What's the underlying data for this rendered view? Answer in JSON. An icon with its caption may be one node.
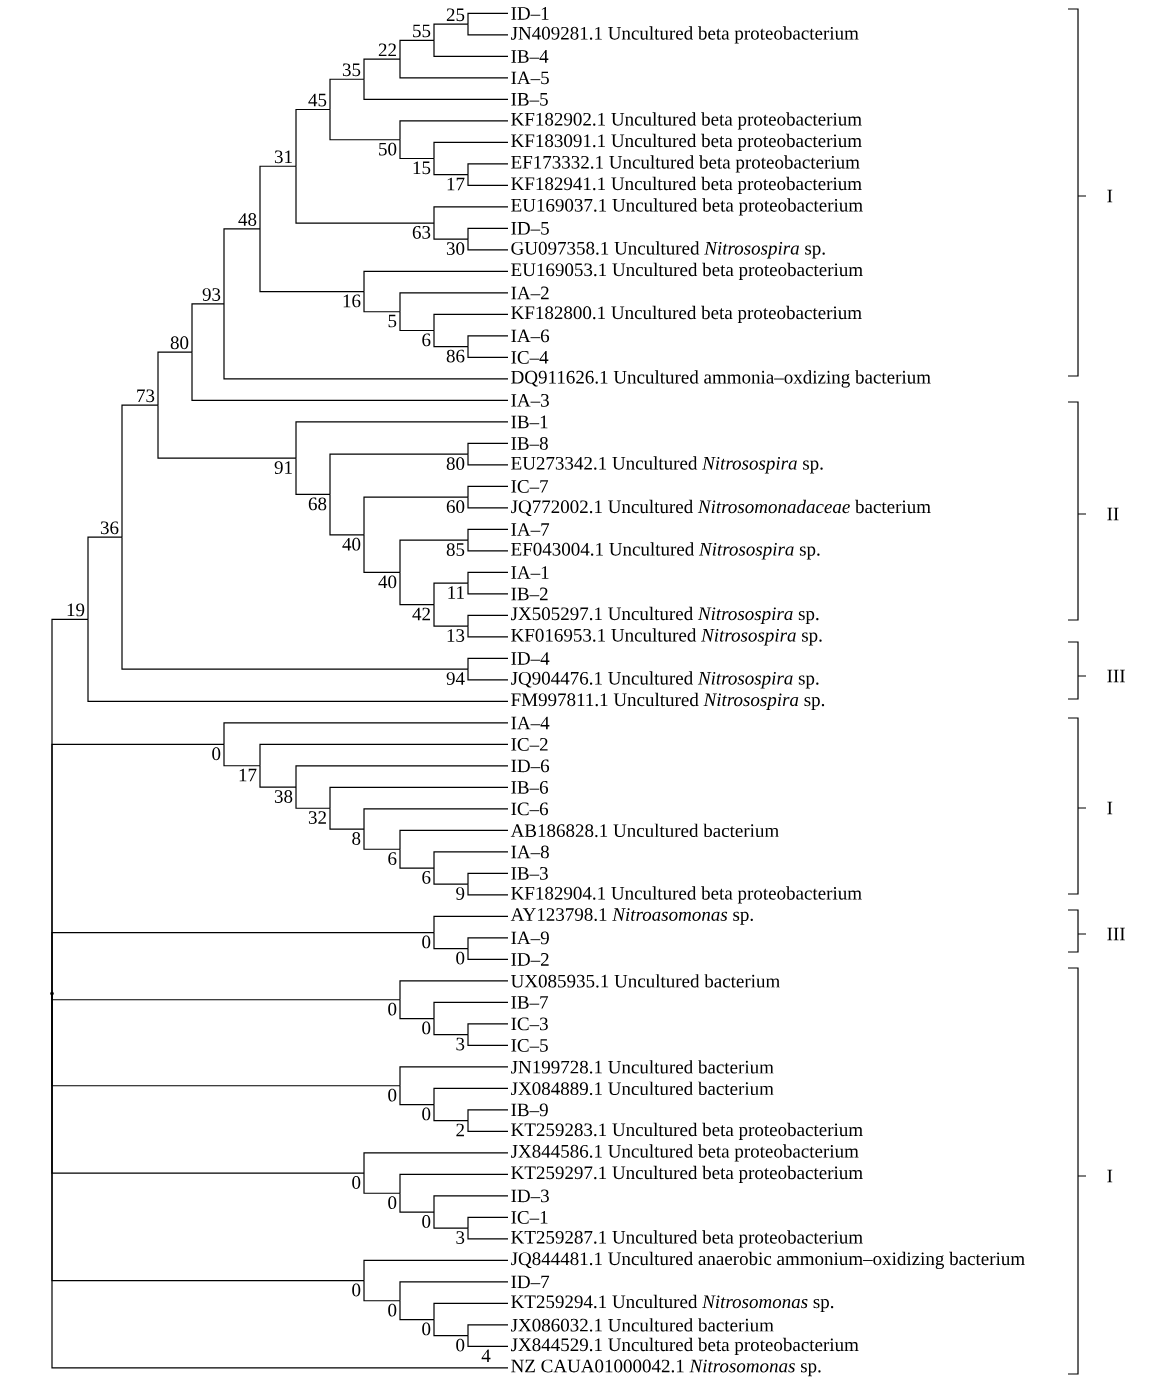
{
  "diagram": {
    "nodes": [
      {
        "text": [
          "ID–1"
        ]
      },
      {
        "text": [
          "JN409281.1 Uncultured beta proteobacterium"
        ]
      },
      {
        "text": [
          "IB–4"
        ]
      },
      {
        "text": [
          "IA–5"
        ]
      },
      {
        "text": [
          "IB–5"
        ]
      },
      {
        "text": [
          "KF182902.1 Uncultured beta proteobacterium"
        ]
      },
      {
        "text": [
          "KF183091.1 Uncultured beta proteobacterium"
        ]
      },
      {
        "text": [
          "EF173332.1 Uncultured beta proteobacterium"
        ]
      },
      {
        "text": [
          "KF182941.1 Uncultured beta proteobacterium"
        ]
      },
      {
        "text": [
          "EU169037.1 Uncultured beta proteobacterium"
        ]
      },
      {
        "text": [
          "ID–5"
        ]
      },
      {
        "text": [
          "GU097358.1 Uncultured *Nitrosospira* sp."
        ]
      },
      {
        "text": [
          "EU169053.1 Uncultured beta proteobacterium"
        ]
      },
      {
        "text": [
          "IA–2"
        ]
      },
      {
        "text": [
          "KF182800.1 Uncultured beta proteobacterium"
        ]
      },
      {
        "text": [
          "IA–6"
        ]
      },
      {
        "text": [
          "IC–4"
        ]
      },
      {
        "text": [
          "DQ911626.1 Uncultured ammonia–oxdizing bacterium"
        ]
      },
      {
        "text": [
          "IA–3"
        ]
      },
      {
        "text": [
          "IB–1"
        ]
      },
      {
        "text": [
          "IB–8"
        ]
      },
      {
        "text": [
          "EU273342.1 Uncultured *Nitrosospira* sp."
        ]
      },
      {
        "text": [
          "IC–7"
        ]
      },
      {
        "text": [
          "JQ772002.1 Uncultured *Nitrosomonadaceae* bacterium"
        ]
      },
      {
        "text": [
          "IA–7"
        ]
      },
      {
        "text": [
          "EF043004.1 Uncultured *Nitrosospira* sp."
        ]
      },
      {
        "text": [
          "IA–1"
        ]
      },
      {
        "text": [
          "IB–2"
        ]
      },
      {
        "text": [
          "JX505297.1 Uncultured *Nitrosospira* sp."
        ]
      },
      {
        "text": [
          "KF016953.1 Uncultured *Nitrosospira* sp."
        ]
      },
      {
        "text": [
          "ID–4"
        ]
      },
      {
        "text": [
          "JQ904476.1 Uncultured *Nitrosospira* sp."
        ]
      },
      {
        "text": [
          "FM997811.1 Uncultured *Nitrosospira* sp."
        ]
      },
      {
        "text": [
          "IA–4"
        ]
      },
      {
        "text": [
          "IC–2"
        ]
      },
      {
        "text": [
          "ID–6"
        ]
      },
      {
        "text": [
          "IB–6"
        ]
      },
      {
        "text": [
          "IC–6"
        ]
      },
      {
        "text": [
          "AB186828.1 Uncultured bacterium"
        ]
      },
      {
        "text": [
          "IA–8"
        ]
      },
      {
        "text": [
          "IB–3"
        ]
      },
      {
        "text": [
          "KF182904.1 Uncultured beta proteobacterium"
        ]
      },
      {
        "text": [
          "AY123798.1 *Nitroasomonas* sp."
        ]
      },
      {
        "text": [
          "IA–9"
        ]
      },
      {
        "text": [
          "ID–2"
        ]
      },
      {
        "text": [
          "UX085935.1 Uncultured bacterium"
        ]
      },
      {
        "text": [
          "IB–7"
        ]
      },
      {
        "text": [
          "IC–3"
        ]
      },
      {
        "text": [
          "IC–5"
        ]
      },
      {
        "text": [
          "JN199728.1 Uncultured bacterium"
        ]
      },
      {
        "text": [
          "JX084889.1 Uncultured bacterium"
        ]
      },
      {
        "text": [
          "IB–9"
        ]
      },
      {
        "text": [
          "KT259283.1 Uncultured beta proteobacterium"
        ]
      },
      {
        "text": [
          "JX844586.1 Uncultured beta proteobacterium"
        ]
      },
      {
        "text": [
          "KT259297.1 Uncultured beta proteobacterium"
        ]
      },
      {
        "text": [
          "ID–3"
        ]
      },
      {
        "text": [
          "IC–1"
        ]
      },
      {
        "text": [
          "KT259287.1 Uncultured beta proteobacterium"
        ]
      },
      {
        "text": [
          "JQ844481.1 Uncultured anaerobic ammonium–oxidizing bacterium"
        ]
      },
      {
        "text": [
          "ID–7"
        ]
      },
      {
        "text": [
          "KT259294.1 Uncultured *Nitrosomonas* sp."
        ]
      },
      {
        "text": [
          "JX086032.1 Uncultured bacterium"
        ]
      },
      {
        "text": [
          "JX844529.1 Uncultured beta proteobacterium"
        ]
      },
      {
        "text": [
          "NZ CAUA01000042.1 *Nitrosomonas* sp."
        ]
      },
      {
        "text": [
          "25"
        ]
      },
      {
        "text": [
          "55"
        ]
      },
      {
        "text": [
          "22"
        ]
      },
      {
        "text": [
          "35"
        ]
      },
      {
        "text": [
          "17"
        ]
      },
      {
        "text": [
          "15"
        ]
      },
      {
        "text": [
          "50"
        ]
      },
      {
        "text": [
          "45"
        ]
      },
      {
        "text": [
          "30"
        ]
      },
      {
        "text": [
          "63"
        ]
      },
      {
        "text": [
          "31"
        ]
      },
      {
        "text": [
          "86"
        ]
      },
      {
        "text": [
          "6"
        ]
      },
      {
        "text": [
          "5"
        ]
      },
      {
        "text": [
          "16"
        ]
      },
      {
        "text": [
          "48"
        ]
      },
      {
        "text": [
          "93"
        ]
      },
      {
        "text": [
          "80"
        ]
      },
      {
        "text": [
          "80"
        ]
      },
      {
        "text": [
          "60"
        ]
      },
      {
        "text": [
          "85"
        ]
      },
      {
        "text": [
          "11"
        ]
      },
      {
        "text": [
          "13"
        ]
      },
      {
        "text": [
          "42"
        ]
      },
      {
        "text": [
          "40"
        ]
      },
      {
        "text": [
          "40"
        ]
      },
      {
        "text": [
          "68"
        ]
      },
      {
        "text": [
          "91"
        ]
      },
      {
        "text": [
          "73"
        ]
      },
      {
        "text": [
          "94"
        ]
      },
      {
        "text": [
          "36"
        ]
      },
      {
        "text": [
          "19"
        ]
      },
      {
        "text": [
          "9"
        ]
      },
      {
        "text": [
          "6"
        ]
      },
      {
        "text": [
          "6"
        ]
      },
      {
        "text": [
          "8"
        ]
      },
      {
        "text": [
          "32"
        ]
      },
      {
        "text": [
          "38"
        ]
      },
      {
        "text": [
          "17"
        ]
      },
      {
        "text": [
          "0"
        ]
      },
      {
        "text": [
          "0"
        ]
      },
      {
        "text": [
          "0"
        ]
      },
      {
        "text": [
          "3"
        ]
      },
      {
        "text": [
          "0"
        ]
      },
      {
        "text": [
          "0"
        ]
      },
      {
        "text": [
          "2"
        ]
      },
      {
        "text": [
          "0"
        ]
      },
      {
        "text": [
          "0"
        ]
      },
      {
        "text": [
          "3"
        ]
      },
      {
        "text": [
          "0"
        ]
      },
      {
        "text": [
          "0"
        ]
      },
      {
        "text": [
          "0"
        ]
      },
      {
        "text": [
          "0"
        ],
        "beside": [
          "4"
        ]
      },
      {
        "text": [
          "0"
        ]
      },
      {
        "text": [
          "0"
        ]
      },
      {
        "text": [
          "0"
        ]
      },
      {
        "text": [],
        "shape": "point"
      }
    ],
    "edges": [
      {
        "from": 64,
        "to": 0,
        "arrow": "none"
      },
      {
        "from": 64,
        "to": 1,
        "arrow": "none"
      },
      {
        "from": 65,
        "to": 64,
        "arrow": "none"
      },
      {
        "from": 65,
        "to": 2,
        "arrow": "none"
      },
      {
        "from": 66,
        "to": 65,
        "arrow": "none"
      },
      {
        "from": 66,
        "to": 3,
        "arrow": "none"
      },
      {
        "from": 67,
        "to": 66,
        "arrow": "none"
      },
      {
        "from": 67,
        "to": 4,
        "arrow": "none"
      },
      {
        "from": 68,
        "to": 7,
        "arrow": "none"
      },
      {
        "from": 68,
        "to": 8,
        "arrow": "none"
      },
      {
        "from": 69,
        "to": 6,
        "arrow": "none"
      },
      {
        "from": 69,
        "to": 68,
        "arrow": "none"
      },
      {
        "from": 70,
        "to": 5,
        "arrow": "none"
      },
      {
        "from": 70,
        "to": 69,
        "arrow": "none"
      },
      {
        "from": 71,
        "to": 67,
        "arrow": "none"
      },
      {
        "from": 71,
        "to": 70,
        "arrow": "none"
      },
      {
        "from": 72,
        "to": 10,
        "arrow": "none"
      },
      {
        "from": 72,
        "to": 11,
        "arrow": "none"
      },
      {
        "from": 73,
        "to": 9,
        "arrow": "none"
      },
      {
        "from": 73,
        "to": 72,
        "arrow": "none"
      },
      {
        "from": 74,
        "to": 71,
        "arrow": "none"
      },
      {
        "from": 74,
        "to": 73,
        "arrow": "none"
      },
      {
        "from": 75,
        "to": 15,
        "arrow": "none"
      },
      {
        "from": 75,
        "to": 16,
        "arrow": "none"
      },
      {
        "from": 76,
        "to": 14,
        "arrow": "none"
      },
      {
        "from": 76,
        "to": 75,
        "arrow": "none"
      },
      {
        "from": 77,
        "to": 13,
        "arrow": "none"
      },
      {
        "from": 77,
        "to": 76,
        "arrow": "none"
      },
      {
        "from": 78,
        "to": 12,
        "arrow": "none"
      },
      {
        "from": 78,
        "to": 77,
        "arrow": "none"
      },
      {
        "from": 79,
        "to": 74,
        "arrow": "none"
      },
      {
        "from": 79,
        "to": 78,
        "arrow": "none"
      },
      {
        "from": 80,
        "to": 79,
        "arrow": "none"
      },
      {
        "from": 80,
        "to": 17,
        "arrow": "none"
      },
      {
        "from": 81,
        "to": 80,
        "arrow": "none"
      },
      {
        "from": 81,
        "to": 18,
        "arrow": "none"
      },
      {
        "from": 82,
        "to": 20,
        "arrow": "none"
      },
      {
        "from": 82,
        "to": 21,
        "arrow": "none"
      },
      {
        "from": 83,
        "to": 22,
        "arrow": "none"
      },
      {
        "from": 83,
        "to": 23,
        "arrow": "none"
      },
      {
        "from": 84,
        "to": 24,
        "arrow": "none"
      },
      {
        "from": 84,
        "to": 25,
        "arrow": "none"
      },
      {
        "from": 85,
        "to": 26,
        "arrow": "none"
      },
      {
        "from": 85,
        "to": 27,
        "arrow": "none"
      },
      {
        "from": 86,
        "to": 28,
        "arrow": "none"
      },
      {
        "from": 86,
        "to": 29,
        "arrow": "none"
      },
      {
        "from": 87,
        "to": 85,
        "arrow": "none"
      },
      {
        "from": 87,
        "to": 86,
        "arrow": "none"
      },
      {
        "from": 88,
        "to": 84,
        "arrow": "none"
      },
      {
        "from": 88,
        "to": 87,
        "arrow": "none"
      },
      {
        "from": 89,
        "to": 83,
        "arrow": "none"
      },
      {
        "from": 89,
        "to": 88,
        "arrow": "none"
      },
      {
        "from": 90,
        "to": 82,
        "arrow": "none"
      },
      {
        "from": 90,
        "to": 89,
        "arrow": "none"
      },
      {
        "from": 91,
        "to": 19,
        "arrow": "none"
      },
      {
        "from": 91,
        "to": 90,
        "arrow": "none"
      },
      {
        "from": 92,
        "to": 81,
        "arrow": "none"
      },
      {
        "from": 92,
        "to": 91,
        "arrow": "none"
      },
      {
        "from": 93,
        "to": 30,
        "arrow": "none"
      },
      {
        "from": 93,
        "to": 31,
        "arrow": "none"
      },
      {
        "from": 94,
        "to": 92,
        "arrow": "none"
      },
      {
        "from": 94,
        "to": 93,
        "arrow": "none"
      },
      {
        "from": 95,
        "to": 94,
        "arrow": "none"
      },
      {
        "from": 95,
        "to": 32,
        "arrow": "none"
      },
      {
        "from": 96,
        "to": 40,
        "arrow": "none"
      },
      {
        "from": 96,
        "to": 41,
        "arrow": "none"
      },
      {
        "from": 97,
        "to": 39,
        "arrow": "none"
      },
      {
        "from": 97,
        "to": 96,
        "arrow": "none"
      },
      {
        "from": 98,
        "to": 38,
        "arrow": "none"
      },
      {
        "from": 98,
        "to": 97,
        "arrow": "none"
      },
      {
        "from": 99,
        "to": 37,
        "arrow": "none"
      },
      {
        "from": 99,
        "to": 98,
        "arrow": "none"
      },
      {
        "from": 100,
        "to": 36,
        "arrow": "none"
      },
      {
        "from": 100,
        "to": 99,
        "arrow": "none"
      },
      {
        "from": 101,
        "to": 35,
        "arrow": "none"
      },
      {
        "from": 101,
        "to": 100,
        "arrow": "none"
      },
      {
        "from": 102,
        "to": 34,
        "arrow": "none"
      },
      {
        "from": 102,
        "to": 101,
        "arrow": "none"
      },
      {
        "from": 103,
        "to": 33,
        "arrow": "none"
      },
      {
        "from": 103,
        "to": 102,
        "arrow": "none"
      },
      {
        "from": 104,
        "to": 43,
        "arrow": "none"
      },
      {
        "from": 104,
        "to": 44,
        "arrow": "none"
      },
      {
        "from": 105,
        "to": 42,
        "arrow": "none"
      },
      {
        "from": 105,
        "to": 104,
        "arrow": "none"
      },
      {
        "from": 106,
        "to": 47,
        "arrow": "none"
      },
      {
        "from": 106,
        "to": 48,
        "arrow": "none"
      },
      {
        "from": 107,
        "to": 46,
        "arrow": "none"
      },
      {
        "from": 107,
        "to": 106,
        "arrow": "none"
      },
      {
        "from": 108,
        "to": 45,
        "arrow": "none"
      },
      {
        "from": 108,
        "to": 107,
        "arrow": "none"
      },
      {
        "from": 109,
        "to": 51,
        "arrow": "none"
      },
      {
        "from": 109,
        "to": 52,
        "arrow": "none"
      },
      {
        "from": 110,
        "to": 50,
        "arrow": "none"
      },
      {
        "from": 110,
        "to": 109,
        "arrow": "none"
      },
      {
        "from": 111,
        "to": 49,
        "arrow": "none"
      },
      {
        "from": 111,
        "to": 110,
        "arrow": "none"
      },
      {
        "from": 112,
        "to": 56,
        "arrow": "none"
      },
      {
        "from": 112,
        "to": 57,
        "arrow": "none"
      },
      {
        "from": 113,
        "to": 55,
        "arrow": "none"
      },
      {
        "from": 113,
        "to": 112,
        "arrow": "none"
      },
      {
        "from": 114,
        "to": 54,
        "arrow": "none"
      },
      {
        "from": 114,
        "to": 113,
        "arrow": "none"
      },
      {
        "from": 115,
        "to": 53,
        "arrow": "none"
      },
      {
        "from": 115,
        "to": 114,
        "arrow": "none"
      },
      {
        "from": 116,
        "to": 61,
        "arrow": "none"
      },
      {
        "from": 116,
        "to": 62,
        "arrow": "none"
      },
      {
        "from": 117,
        "to": 60,
        "arrow": "none"
      },
      {
        "from": 117,
        "to": 116,
        "arrow": "none"
      },
      {
        "from": 118,
        "to": 59,
        "arrow": "none"
      },
      {
        "from": 118,
        "to": 117,
        "arrow": "none"
      },
      {
        "from": 119,
        "to": 58,
        "arrow": "none"
      },
      {
        "from": 119,
        "to": 118,
        "arrow": "none"
      },
      {
        "from": 120,
        "to": 95,
        "arrow": "none"
      },
      {
        "from": 120,
        "to": 103,
        "arrow": "none"
      },
      {
        "from": 120,
        "to": 105,
        "arrow": "none"
      },
      {
        "from": 120,
        "to": 108,
        "arrow": "none"
      },
      {
        "from": 120,
        "to": 111,
        "arrow": "none"
      },
      {
        "from": 120,
        "to": 115,
        "arrow": "none"
      },
      {
        "from": 120,
        "to": 119,
        "arrow": "none"
      },
      {
        "from": 120,
        "to": 63,
        "arrow": "none"
      }
    ],
    "labels": [
      "I",
      "II",
      "III",
      "I",
      "III",
      "I"
    ]
  }
}
